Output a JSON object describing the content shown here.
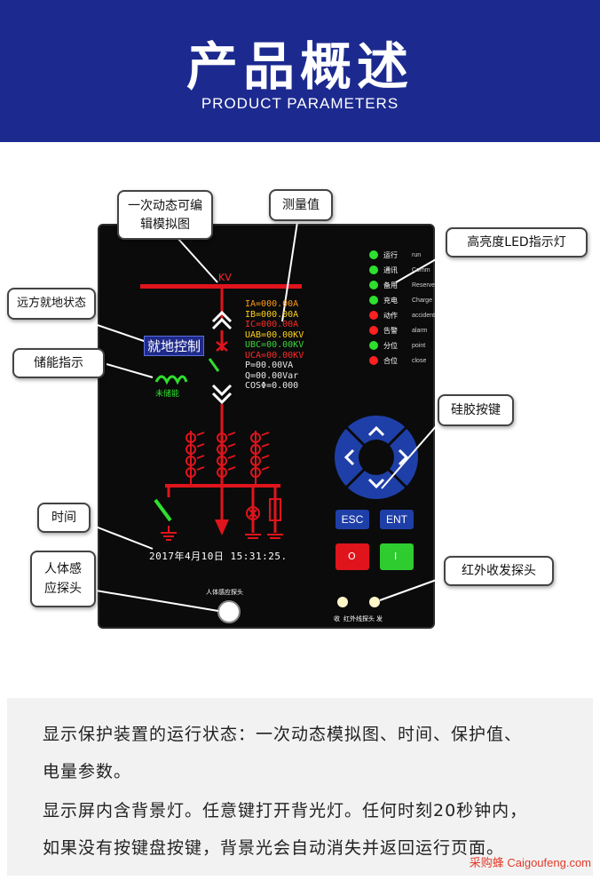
{
  "header": {
    "title": "产品概述",
    "subtitle": "PRODUCT PARAMETERS"
  },
  "callouts": {
    "diagram": "一次动态可编辑模拟图",
    "measure": "测量值",
    "led": "高亮度LED指示灯",
    "remote_local": "远方就地状态",
    "storage": "储能指示",
    "keys": "硅胶按键",
    "time": "时间",
    "body_sensor": "人体感应探头",
    "infrared": "红外收发探头"
  },
  "device": {
    "bus_label": "KV",
    "local_control": "就地控制",
    "storage_status": "未储能",
    "time": "2017年4月10日 15:31:25.",
    "sensor_label": "人体感应探头",
    "ir_label_left": "收",
    "ir_label_mid": "红外线探头",
    "ir_label_right": "发",
    "esc_label": "ESC",
    "ent_label": "ENT",
    "red_btn_label": "O",
    "green_btn_label": "I",
    "measurements": [
      {
        "text": "IA=000.00A",
        "color": "#ff9a1a"
      },
      {
        "text": "IB=000.00A",
        "color": "#ffd21a"
      },
      {
        "text": "IC=000.00A",
        "color": "#ff2a2a"
      },
      {
        "text": "UAB=00.00KV",
        "color": "#ffd21a"
      },
      {
        "text": "UBC=00.00KV",
        "color": "#3ad43a"
      },
      {
        "text": "UCA=00.00KV",
        "color": "#ff2a2a"
      },
      {
        "text": "P=00.00VA",
        "color": "#e8e8e8"
      },
      {
        "text": "Q=00.00Var",
        "color": "#e8e8e8"
      },
      {
        "text": "COSΦ=0.000",
        "color": "#e8e8e8"
      }
    ],
    "leds": [
      {
        "cn": "运行",
        "en": "run",
        "color": "#2ee02e"
      },
      {
        "cn": "通讯",
        "en": "Comm",
        "color": "#2ee02e"
      },
      {
        "cn": "备用",
        "en": "Reserve",
        "color": "#2ee02e"
      },
      {
        "cn": "充电",
        "en": "Charge",
        "color": "#2ee02e"
      },
      {
        "cn": "动作",
        "en": "accident",
        "color": "#ff2020"
      },
      {
        "cn": "告警",
        "en": "alarm",
        "color": "#ff2020"
      },
      {
        "cn": "分位",
        "en": "point",
        "color": "#2ee02e"
      },
      {
        "cn": "合位",
        "en": "close",
        "color": "#ff2020"
      }
    ]
  },
  "description": {
    "line1": "显示保护装置的运行状态：一次动态模拟图、时间、保护值、",
    "line2": "电量参数。",
    "line3": "显示屏内含背景灯。任意键打开背光灯。任何时刻20秒钟内，",
    "line4": "如果没有按键盘按键，背景光会自动消失并返回运行页面。"
  },
  "watermark": "采购蜂 Caigoufeng.com",
  "colors": {
    "header_bg": "#1c2a8f",
    "bus_red": "#e0141c",
    "accent_blue": "#1f3fa8"
  }
}
